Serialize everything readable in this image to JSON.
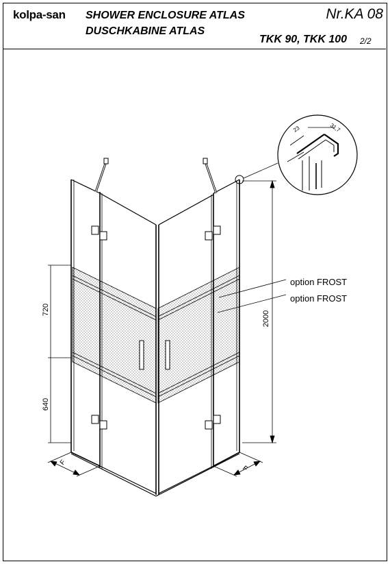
{
  "header": {
    "logo": "kolpa-san",
    "title_en": "SHOWER ENCLOSURE ATLAS",
    "title_de": "DUSCHKABINE  ATLAS",
    "doc_number": "Nr.KA 08",
    "models": "TKK 90, TKK 100",
    "page": "2/2"
  },
  "dimensions": {
    "frost_band": "720",
    "lower_height": "640",
    "total_height": "2000",
    "fitting_left": "F",
    "fitting_right": "F",
    "profile_width": "23",
    "profile_depth": "31,7"
  },
  "annotations": {
    "option_line_1": "option FROST",
    "option_line_2": "option FROST"
  }
}
